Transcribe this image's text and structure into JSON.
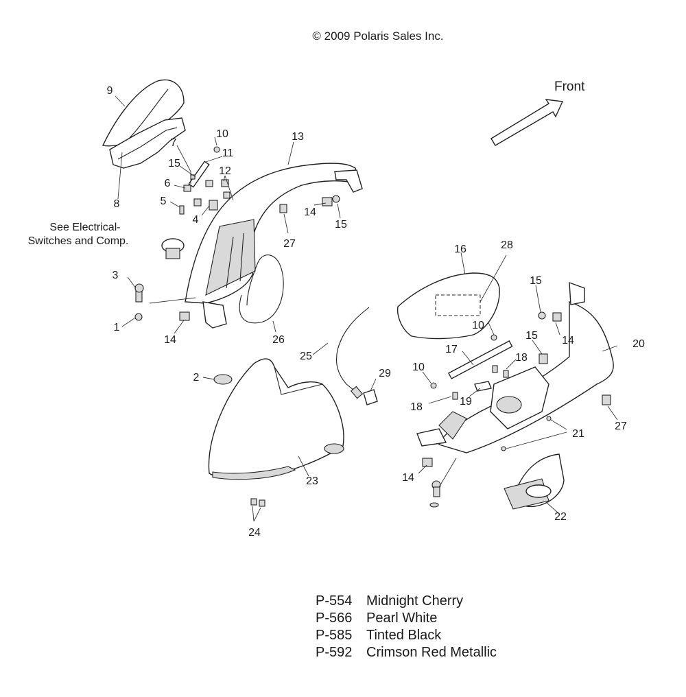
{
  "copyright": "© 2009 Polaris Sales Inc.",
  "direction_label": "Front",
  "note": {
    "line1": "See Electrical-",
    "line2": "Switches and Comp."
  },
  "callouts": [
    "1",
    "2",
    "3",
    "4",
    "5",
    "6",
    "7",
    "8",
    "9",
    "10",
    "11",
    "12",
    "13",
    "14",
    "15",
    "16",
    "17",
    "18",
    "19",
    "20",
    "21",
    "22",
    "23",
    "24",
    "25",
    "26",
    "27",
    "28",
    "29"
  ],
  "extra_callouts": {
    "c10b": "10",
    "c10c": "10",
    "c14b": "14",
    "c14c": "14",
    "c14d": "14",
    "c15b": "15",
    "c15c": "15",
    "c15d": "15",
    "c18b": "18",
    "c27b": "27"
  },
  "legend": [
    {
      "code": "P-554",
      "color": "Midnight Cherry"
    },
    {
      "code": "P-566",
      "color": "Pearl White"
    },
    {
      "code": "P-585",
      "color": "Tinted Black"
    },
    {
      "code": "P-592",
      "color": "Crimson Red Metallic"
    }
  ]
}
